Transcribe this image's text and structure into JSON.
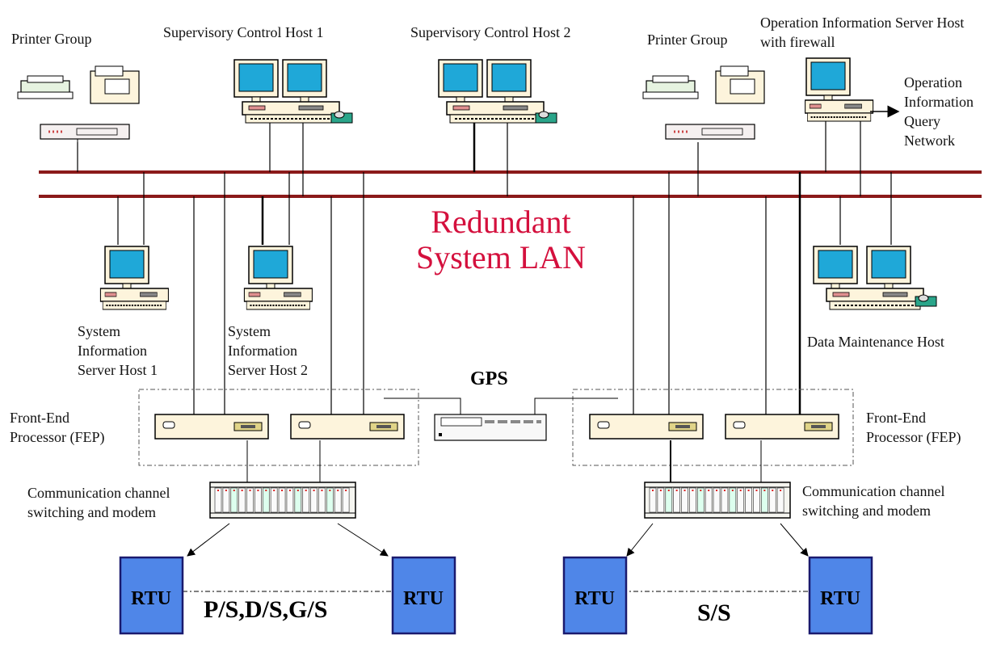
{
  "labels": {
    "printer_group_left": "Printer Group",
    "supervisory_host_1": "Supervisory Control  Host 1",
    "supervisory_host_2": "Supervisory Control  Host 2",
    "printer_group_right": "Printer Group",
    "op_info_server_line1": "Operation Information Server  Host",
    "op_info_server_line2": "with firewall",
    "op_info_query_line1": "Operation",
    "op_info_query_line2": "Information",
    "op_info_query_line3": "Query",
    "op_info_query_line4": "Network",
    "lan_line1": "Redundant",
    "lan_line2": "System LAN",
    "sys_info_1_line1": "System",
    "sys_info_1_line2": "Information",
    "sys_info_1_line3": "Server Host 1",
    "sys_info_2_line1": "System",
    "sys_info_2_line2": "Information",
    "sys_info_2_line3": "Server Host 2",
    "data_maintenance": "Data Maintenance Host",
    "gps": "GPS",
    "fep_left_line1": "Front-End",
    "fep_left_line2": "Processor (FEP)",
    "fep_right_line1": "Front-End",
    "fep_right_line2": "Processor (FEP)",
    "comm_left_line1": "Communication channel",
    "comm_left_line2": "switching and modem",
    "comm_right_line1": "Communication channel",
    "comm_right_line2": "switching and modem",
    "rtu": "RTU",
    "station_left": "P/S,D/S,G/S",
    "station_right": "S/S"
  },
  "colors": {
    "lan_line": "#8b1a1a",
    "lan_text": "#d4103d",
    "rtu_fill": "#4f86e8",
    "rtu_border": "#1a1a6e",
    "monitor_screen": "#1fa8d8",
    "device_body": "#fdf4dc"
  },
  "icons": {
    "printer": "printer-icon",
    "computer": "computer-icon",
    "fep": "fep-icon",
    "modem_rack": "modem-rack-icon",
    "gps": "gps-receiver-icon",
    "rtu": "rtu-box"
  }
}
